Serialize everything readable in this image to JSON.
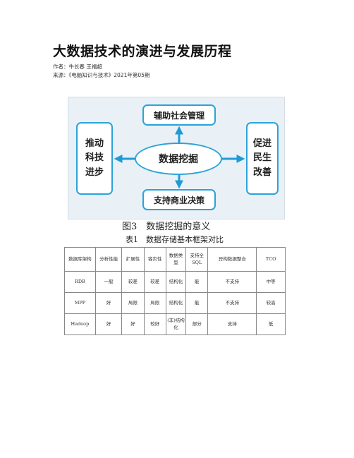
{
  "article": {
    "title": "大数据技术的演进与发展历程",
    "author": "作者：牛长春 王福超",
    "source": "来源：《电脑知识与技术》2021年第05期"
  },
  "figure": {
    "center": "数据挖掘",
    "top": "辅助社会管理",
    "bottom": "支持商业决策",
    "left": "推动\n科技\n进步",
    "right": "促进\n民生\n改善",
    "caption": "图3　数据挖掘的意义",
    "colors": {
      "border": "#2aa3d8",
      "arrow": "#1e9bd7",
      "background": "#e9f0f6"
    }
  },
  "table": {
    "caption": "表1　数据存储基本框架对比",
    "headers": [
      "数据库架构",
      "分析性能",
      "扩展性",
      "容灾性",
      "数据类型",
      "支持全SQL",
      "异构数据整合",
      "TCO"
    ],
    "rows": [
      [
        "RDB",
        "一般",
        "较差",
        "较差",
        "结构化",
        "能",
        "不支持",
        "中等"
      ],
      [
        "MPP",
        "好",
        "局限",
        "局限",
        "结构化",
        "能",
        "不支持",
        "较高"
      ],
      [
        "Hadoop",
        "好",
        "好",
        "较好",
        "(非)结构化",
        "部分",
        "支持",
        "低"
      ]
    ]
  }
}
